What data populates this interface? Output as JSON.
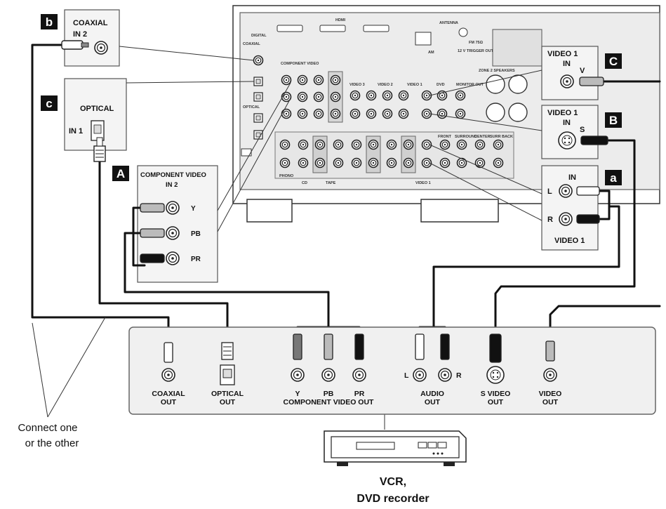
{
  "callouts": {
    "b": "b",
    "c": "c",
    "A": "A",
    "C": "C",
    "B": "B",
    "a": "a"
  },
  "coaxial_box": {
    "title": "COAXIAL",
    "input": "IN 2"
  },
  "optical_box": {
    "title": "OPTICAL",
    "input": "IN 1"
  },
  "component_box": {
    "title": "COMPONENT VIDEO",
    "input": "IN 2",
    "y": "Y",
    "pb": "PB",
    "pr": "PR"
  },
  "video1_v_box": {
    "title": "VIDEO 1",
    "input": "IN",
    "jack": "V"
  },
  "video1_s_box": {
    "title": "VIDEO 1",
    "input": "IN",
    "jack": "S"
  },
  "audio_box": {
    "input": "IN",
    "left": "L",
    "right": "R",
    "title": "VIDEO 1"
  },
  "receiver_labels": {
    "hdmi": "HDMI",
    "antenna": "ANTENNA",
    "digital": "DIGITAL",
    "coaxial": "COAXIAL",
    "optical": "OPTICAL",
    "component_video": "COMPONENT VIDEO",
    "video1": "VIDEO 1",
    "video2": "VIDEO 2",
    "video3": "VIDEO 3",
    "dvd": "DVD",
    "monitor_out": "MONITOR OUT",
    "zone2_speakers": "ZONE 2 SPEAKERS",
    "phono": "PHONO",
    "cd": "CD",
    "tape": "TAPE",
    "front": "FRONT",
    "surround": "SURROUND",
    "center": "CENTER",
    "surr_back": "SURR BACK",
    "fm": "FM 75Ω",
    "am": "AM",
    "trigger": "12 V TRIGGER OUT"
  },
  "device_panel": {
    "coaxial_out": [
      "COAXIAL",
      "OUT"
    ],
    "optical_out": [
      "OPTICAL",
      "OUT"
    ],
    "component_y": "Y",
    "component_pb": "PB",
    "component_pr": "PR",
    "component_out": "COMPONENT VIDEO OUT",
    "audio_l": "L",
    "audio_r": "R",
    "audio_out": [
      "AUDIO",
      "OUT"
    ],
    "svideo_out": [
      "S VIDEO",
      "OUT"
    ],
    "video_out": [
      "VIDEO",
      "OUT"
    ]
  },
  "note": [
    "Connect one",
    "or the other"
  ],
  "device_name": [
    "VCR,",
    "DVD recorder"
  ]
}
